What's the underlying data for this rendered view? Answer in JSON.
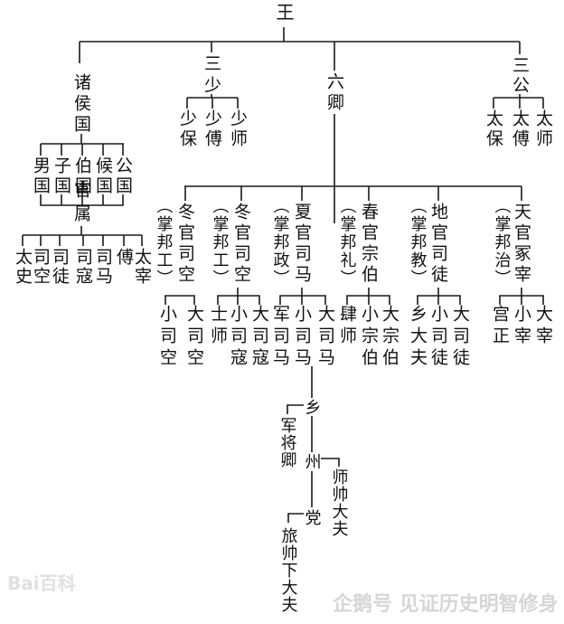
{
  "root": "王",
  "zhuhou": {
    "label": "诸侯国",
    "children": [
      "男国",
      "子国",
      "伯国",
      "候国",
      "公国"
    ],
    "officials": {
      "label": "官属",
      "children": [
        "太史",
        "司空",
        "司徒",
        "司寇",
        "司马",
        "傅",
        "太宰"
      ]
    }
  },
  "sanshao": {
    "label": "三少",
    "children": [
      "少保",
      "少傅",
      "少师"
    ]
  },
  "liuqing": {
    "label": "六卿",
    "ministries": [
      {
        "title": "冬官司空",
        "duty": "︵掌邦工︶",
        "subordinates": [
          "小司空",
          "大司空"
        ]
      },
      {
        "title": "冬官司空",
        "duty": "︵掌邦工︶",
        "subordinates": [
          "士师",
          "小司寇",
          "大司寇"
        ]
      },
      {
        "title": "夏官司马",
        "duty": "︵掌邦政︶",
        "subordinates": [
          "军司马",
          "小司马",
          "大司马"
        ]
      },
      {
        "title": "春官宗伯",
        "duty": "︵掌邦礼︶",
        "subordinates": [
          "肆师",
          "小宗伯",
          "大宗伯"
        ]
      },
      {
        "title": "地官司徒",
        "duty": "︵掌邦教︶",
        "subordinates": [
          "乡大夫",
          "小司徒",
          "大司徒"
        ]
      },
      {
        "title": "天官冢宰",
        "duty": "︵掌邦治︶",
        "subordinates": [
          "宫正",
          "小宰",
          "大宰"
        ]
      }
    ]
  },
  "sangong": {
    "label": "三公",
    "children": [
      "太保",
      "太傅",
      "太师"
    ]
  },
  "local": {
    "xiang": "乡",
    "xiang_officer": "军将卿",
    "zhou": "州",
    "zhou_officer": "师帅大夫",
    "dang": "党",
    "dang_officer": "旅帅下大夫"
  },
  "watermarks": {
    "baidu": "Bai百科",
    "source": "企鹅号 见证历史明智修身"
  }
}
